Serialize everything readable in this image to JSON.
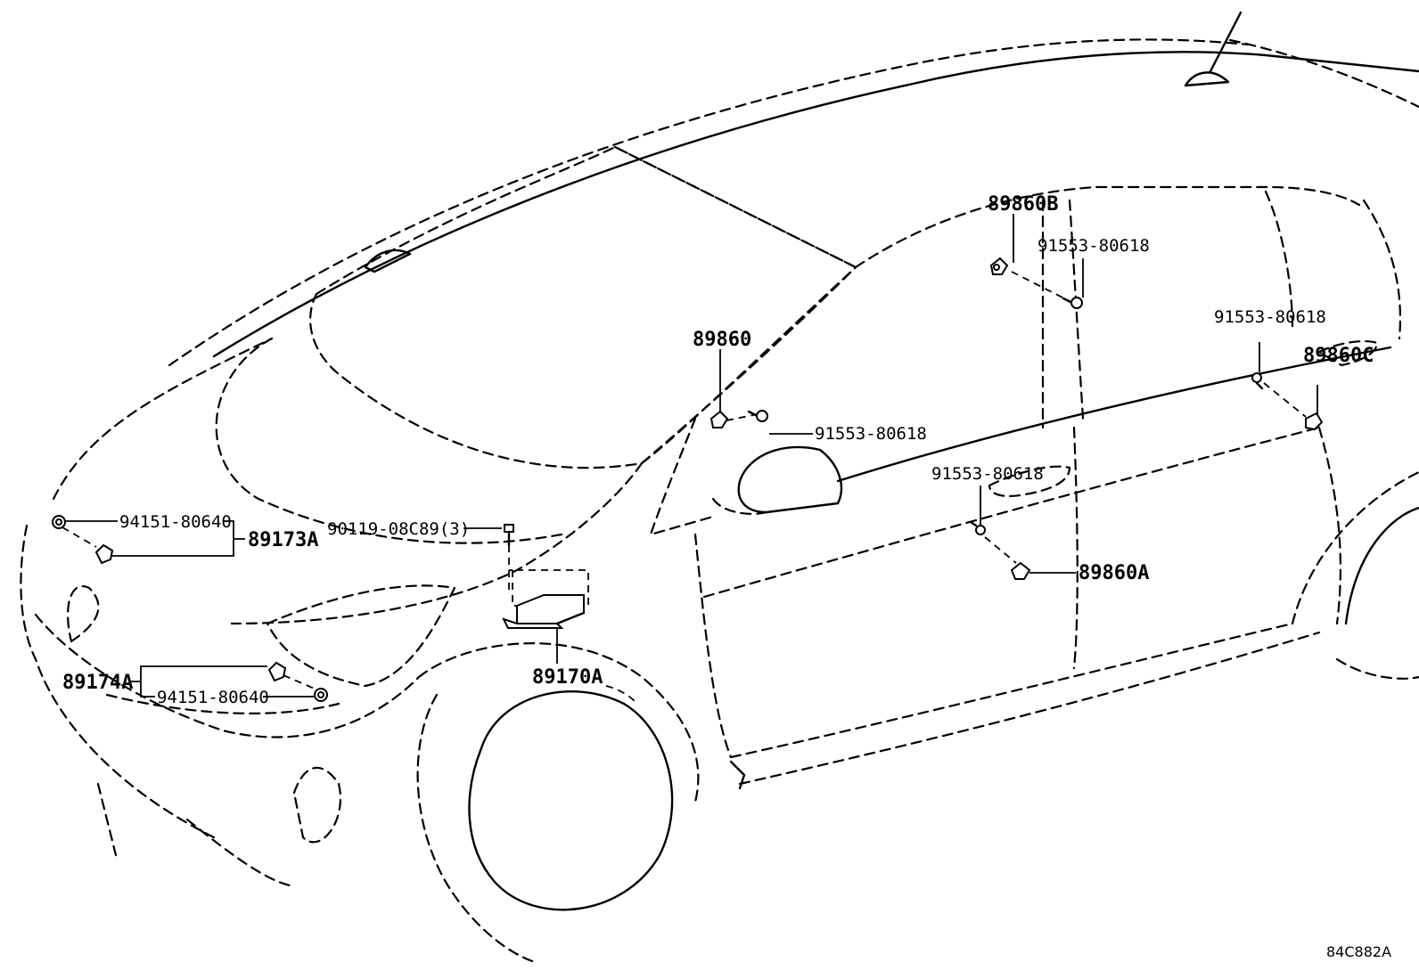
{
  "diagram_code": "84C882A",
  "labels": {
    "p89860B": "89860B",
    "p91553_1": "91553-80618",
    "p89860": "89860",
    "p91553_2": "91553-80618",
    "p91553_3": "91553-80618",
    "p89860C": "89860C",
    "p91553_4": "91553-80618",
    "p89860A": "89860A",
    "p94151_1": "94151-80640",
    "p89173A": "89173A",
    "p90119": "90119-08C89(3)",
    "p89174A": "89174A",
    "p94151_2": "94151-80640",
    "p89170A": "89170A"
  }
}
